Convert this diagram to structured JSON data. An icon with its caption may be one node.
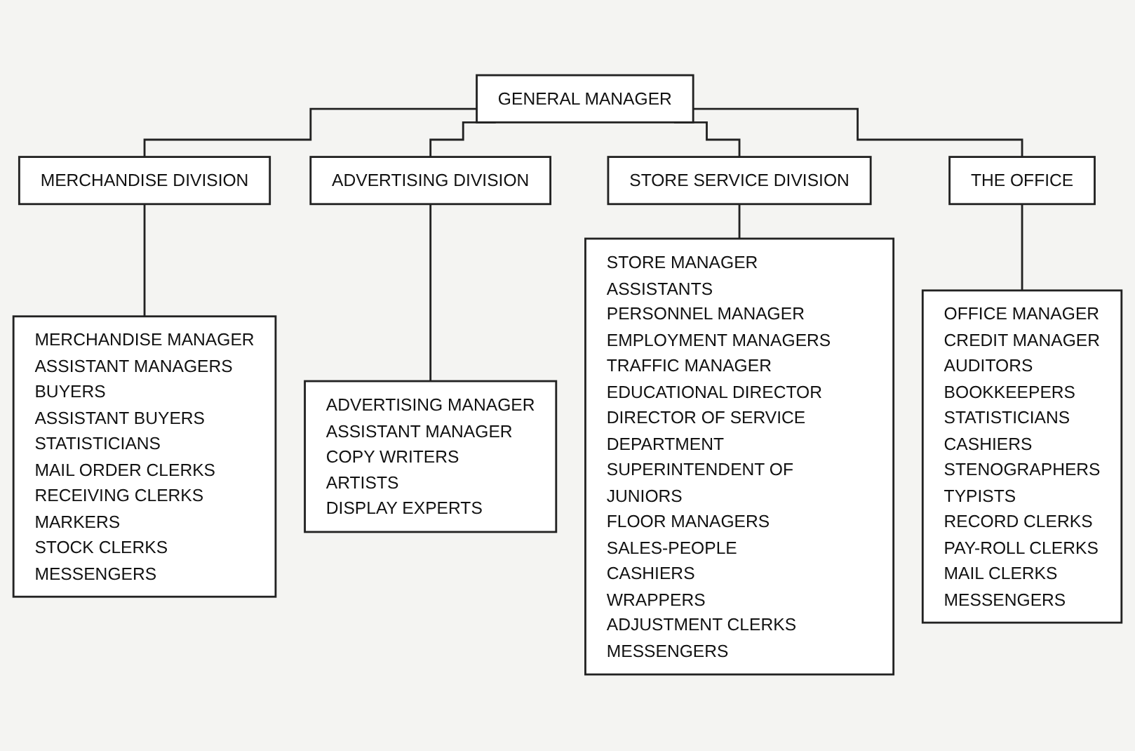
{
  "diagram": {
    "nodes": [
      {
        "text": [
          "GENERAL MANAGER"
        ]
      },
      {
        "text": [
          "MERCHANDISE DIVISION"
        ]
      },
      {
        "text": [
          "ADVERTISING DIVISION"
        ]
      },
      {
        "text": [
          "STORE SERVICE DIVISION"
        ]
      },
      {
        "text": [
          "THE OFFICE"
        ]
      },
      {
        "text": [
          "MERCHANDISE MANAGER",
          "ASSISTANT MANAGERS",
          "BUYERS",
          "ASSISTANT BUYERS",
          "STATISTICIANS",
          "MAIL ORDER CLERKS",
          "RECEIVING CLERKS",
          "MARKERS",
          "STOCK CLERKS",
          "MESSENGERS"
        ]
      },
      {
        "text": [
          "ADVERTISING MANAGER",
          "ASSISTANT MANAGER",
          "COPY WRITERS",
          "ARTISTS",
          "DISPLAY EXPERTS"
        ]
      },
      {
        "text": [
          "STORE MANAGER",
          "ASSISTANTS",
          "PERSONNEL MANAGER",
          "EMPLOYMENT MANAGERS",
          "TRAFFIC MANAGER",
          "EDUCATIONAL DIRECTOR",
          "DIRECTOR OF SERVICE DEPARTMENT",
          "SUPERINTENDENT OF JUNIORS",
          "FLOOR MANAGERS",
          "SALES-PEOPLE",
          "CASHIERS",
          "WRAPPERS",
          "ADJUSTMENT CLERKS",
          "MESSENGERS"
        ]
      },
      {
        "text": [
          "OFFICE MANAGER",
          "CREDIT MANAGER",
          "AUDITORS",
          "BOOKKEEPERS",
          "STATISTICIANS",
          "CASHIERS",
          "STENOGRAPHERS",
          "TYPISTS",
          "RECORD CLERKS",
          "PAY-ROLL CLERKS",
          "MAIL CLERKS",
          "MESSENGERS"
        ]
      }
    ],
    "edges": [
      {
        "from": 0,
        "to": 1,
        "arrow": "none"
      },
      {
        "from": 0,
        "to": 2,
        "arrow": "none"
      },
      {
        "from": 0,
        "to": 3,
        "arrow": "none"
      },
      {
        "from": 0,
        "to": 4,
        "arrow": "none"
      },
      {
        "from": 1,
        "to": 5,
        "arrow": "none"
      },
      {
        "from": 2,
        "to": 6,
        "arrow": "none"
      },
      {
        "from": 3,
        "to": 7,
        "arrow": "none"
      },
      {
        "from": 4,
        "to": 8,
        "arrow": "none"
      }
    ]
  }
}
